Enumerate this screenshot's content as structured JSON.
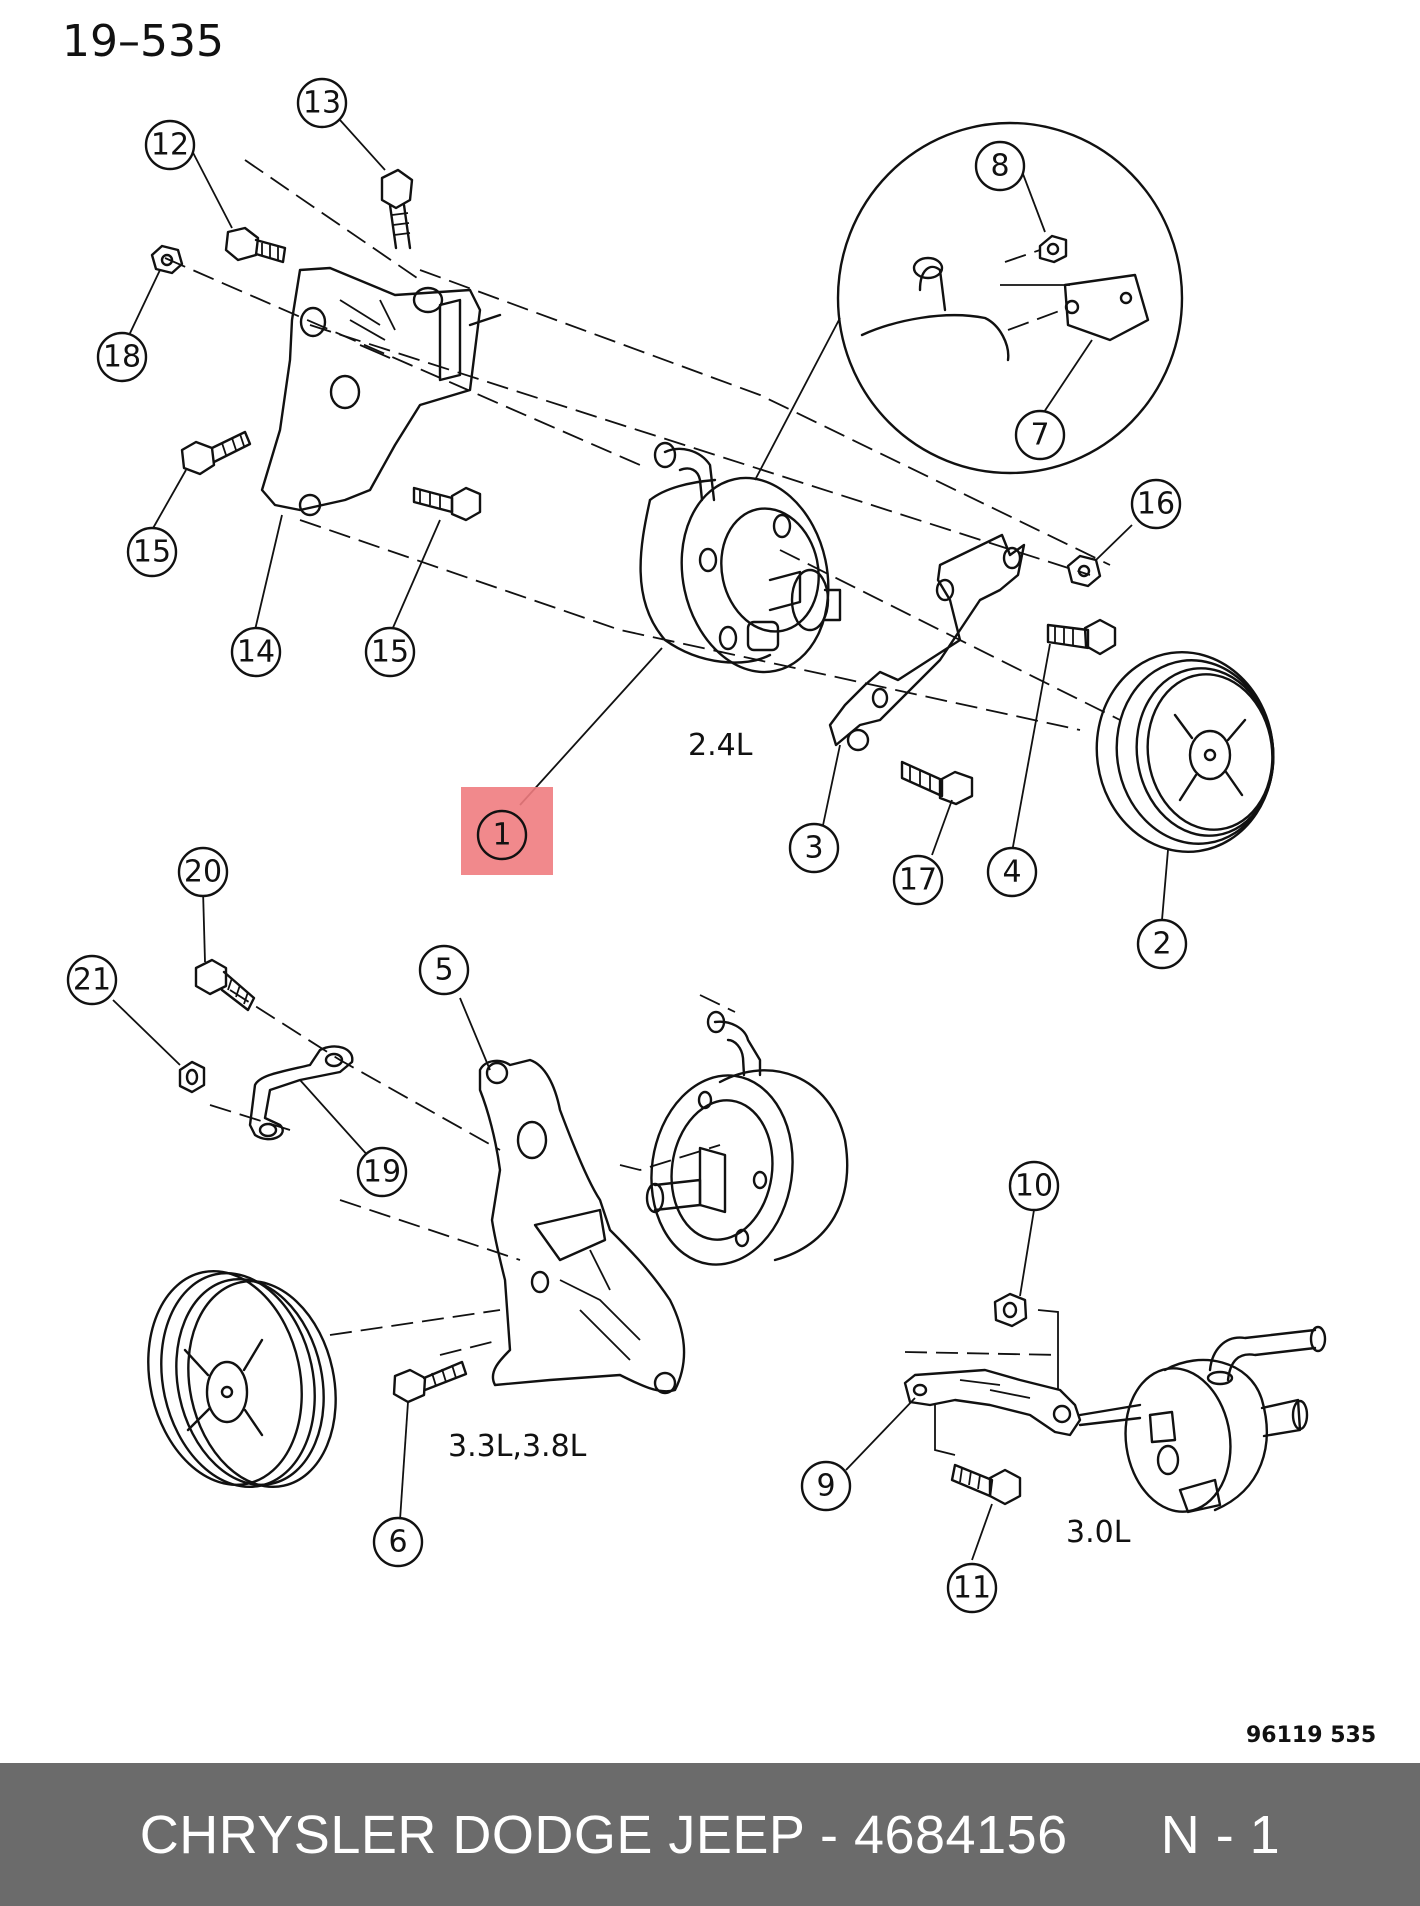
{
  "sheet_number": "19–535",
  "drawing_code": "96119  535",
  "engine_labels": {
    "e24": "2.4L",
    "e3338": "3.3L,3.8L",
    "e30": "3.0L"
  },
  "callouts": [
    "1",
    "2",
    "3",
    "4",
    "5",
    "6",
    "7",
    "8",
    "9",
    "10",
    "11",
    "12",
    "13",
    "14",
    "15",
    "15",
    "16",
    "17",
    "18",
    "19",
    "20",
    "21"
  ],
  "highlighted_callout": "1",
  "highlight_color": "#f07c80",
  "footer": {
    "caption": "CHRYSLER DODGE JEEP - 4684156      N - 1",
    "background": "#6b6b6b",
    "text_color": "#ffffff"
  }
}
